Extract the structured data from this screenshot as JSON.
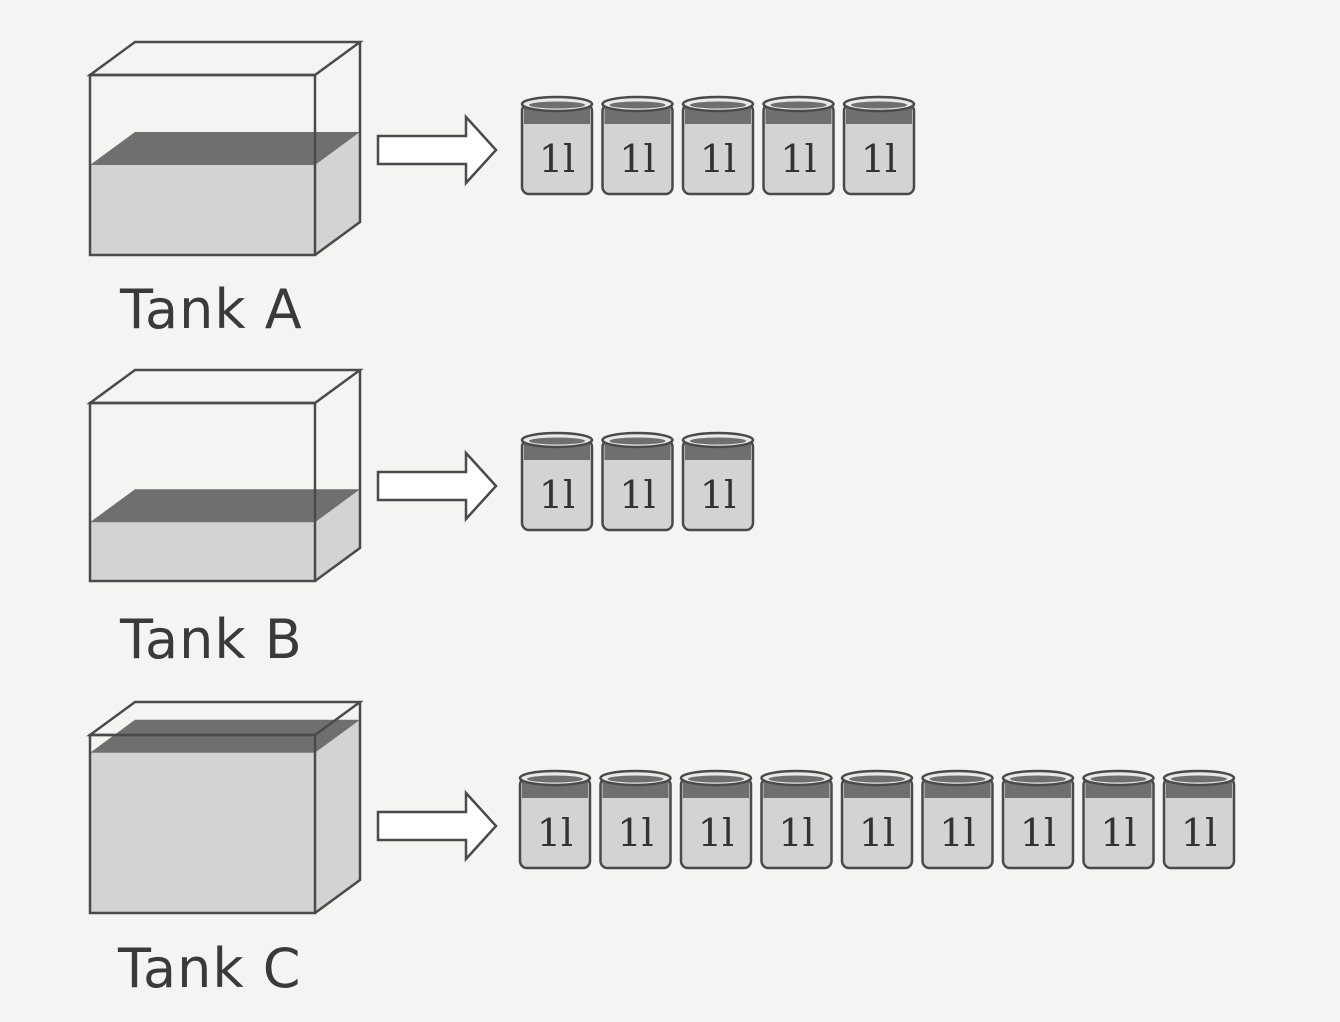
{
  "cup_unit_label": "1l",
  "colors": {
    "water_fill": "#d3d3d3",
    "water_surface": "#6f6f6f",
    "outline": "#4a4a4a",
    "background": "#f4f4f2"
  },
  "tanks": [
    {
      "label": "Tank A",
      "water_level": 0.5,
      "cup_count": 5
    },
    {
      "label": "Tank B",
      "water_level": 0.33,
      "cup_count": 3
    },
    {
      "label": "Tank C",
      "water_level": 0.9,
      "cup_count": 9
    }
  ]
}
